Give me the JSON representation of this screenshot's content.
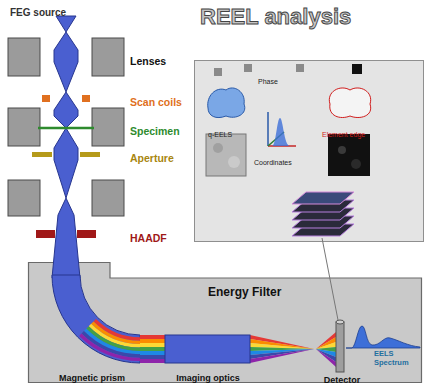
{
  "diagram": {
    "title": "REEL analysis",
    "nodes": [
      {
        "text": [
          "Phase",
          "q-EELS",
          "Coordinates",
          "Element edge"
        ]
      },
      {
        "text": [
          "Energy Filter"
        ]
      },
      {
        "text": [
          "Magnetic prism"
        ],
        "in": 1
      },
      {
        "text": [
          "Imaging optics"
        ],
        "in": 1
      },
      {
        "text": [
          "Detector"
        ],
        "in": 1
      }
    ],
    "labels": [
      "FEG source",
      "Lenses",
      "Scan coils",
      "Specimen",
      "Aperture",
      "HAADF",
      "EELS Spectrum"
    ]
  }
}
